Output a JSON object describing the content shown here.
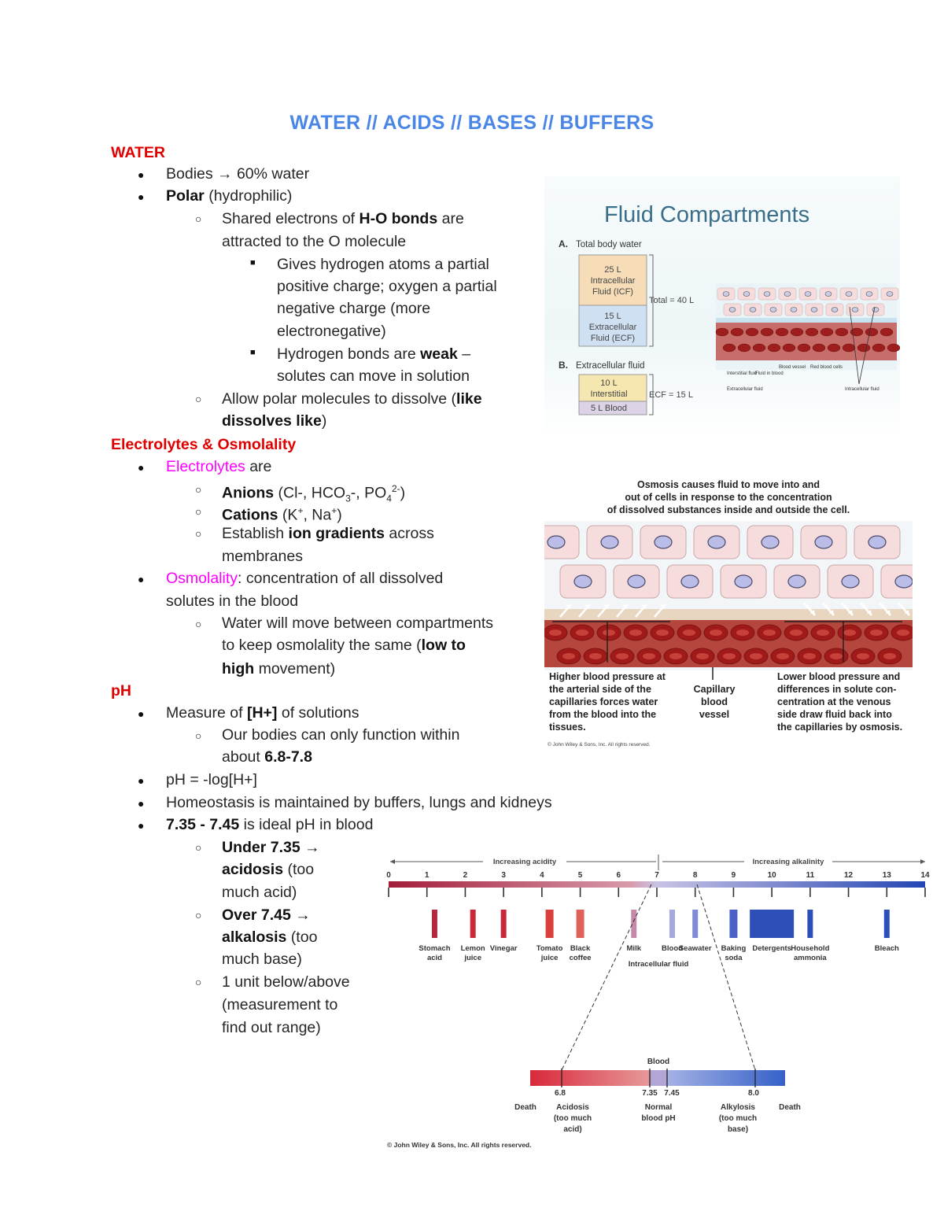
{
  "title": "WATER // ACIDS // BASES // BUFFERS",
  "water": {
    "heading": "WATER",
    "bodies": "Bodies → 60% water",
    "polar_b": "Polar",
    "polar_rest": " (hydrophilic)",
    "shared_1": "Shared electrons of ",
    "shared_b": "H-O bonds",
    "shared_2": " are",
    "shared_3": "attracted to the O molecule",
    "gives_1": "Gives hydrogen atoms a partial",
    "gives_2": "positive charge; oxygen a partial",
    "gives_3": "negative charge (more",
    "gives_4": "electronegative)",
    "hbond_1": "Hydrogen bonds are ",
    "hbond_b": "weak",
    "hbond_2": " –",
    "hbond_3": "solutes can move in solution",
    "allow_1": "Allow polar molecules to dissolve (",
    "allow_b1": "like",
    "allow_b2": "dissolves like",
    "allow_2": ")"
  },
  "electrolytes": {
    "heading": "Electrolytes & Osmolality",
    "elec_m": "Electrolytes",
    "elec_rest": " are",
    "anions_b": "Anions",
    "anions_rest_1": " (Cl-, HCO",
    "anions_sub1": "3",
    "anions_rest_2": "-, PO",
    "anions_sub2": "4",
    "anions_sup2": "2-",
    "anions_rest_3": ")",
    "cations_b": "Cations",
    "cations_1": " (K",
    "cations_sup1": "+",
    "cations_2": ", Na",
    "cations_sup2": "+",
    "cations_3": ")",
    "establish_1": "Establish ",
    "establish_b": "ion gradients",
    "establish_2": " across",
    "establish_3": "membranes",
    "osm_m": "Osmolality",
    "osm_rest": ": concentration of all dissolved",
    "osm_2": "solutes in the blood",
    "water_move_1": "Water will move between compartments",
    "water_move_2": "to keep osmolality the same (",
    "water_move_b1": "low to",
    "water_move_b2": "high",
    "water_move_3": " movement)"
  },
  "ph": {
    "heading": "pH",
    "measure_1": "Measure of ",
    "measure_b": "[H+]",
    "measure_2": " of solutions",
    "our_1": "Our bodies can only function within",
    "our_2": "about ",
    "our_b": "6.8-7.8",
    "ph_eq": "pH = -log[H+]",
    "homeo": "Homeostasis is maintained by buffers, lungs and kidneys",
    "ideal_b": "7.35 - 7.45",
    "ideal_rest": " is ideal pH in blood",
    "under_b": "Under 7.35 →",
    "under_b2": "acidosis",
    "under_rest": " (too",
    "under_3": "much acid)",
    "over_b": "Over 7.45 →",
    "over_b2": "alkalosis",
    "over_rest": " (too",
    "over_3": "much base)",
    "unit_1": "1 unit below/above",
    "unit_2": "(measurement to",
    "unit_3": "find out range)"
  },
  "fig_fluid": {
    "title": "Fluid Compartments",
    "a_label": "A.",
    "a_text": "Total body water",
    "icf_1": "25 L",
    "icf_2": "Intracellular",
    "icf_3": "Fluid (ICF)",
    "ecf_1": "15 L",
    "ecf_2": "Extracellular",
    "ecf_3": "Fluid (ECF)",
    "total": "Total = 40 L",
    "b_label": "B.",
    "b_text": "Extracellular fluid",
    "int_1": "10 L",
    "int_2": "Interstitial",
    "blood": "5 L Blood",
    "ecf_eq": "ECF = 15 L",
    "lbl_interstitial": "Interstitial fluid",
    "lbl_fluid_blood": "Fluid in blood",
    "lbl_blood_vessel": "Blood vessel",
    "lbl_red_cells": "Red blood cells",
    "lbl_ecf": "Extracellular fluid",
    "lbl_icf": "Intracellular fluid"
  },
  "fig_osmosis": {
    "caption_1": "Osmosis causes fluid to move into and",
    "caption_2": "out of cells in response to the concentration",
    "caption_3": "of dissolved substances inside and outside the cell.",
    "left_1": "Higher blood pressure at",
    "left_2": "the arterial side of the",
    "left_3": "capillaries forces water",
    "left_4": "from the blood into the",
    "left_5": "tissues.",
    "mid_1": "Capillary",
    "mid_2": "blood",
    "mid_3": "vessel",
    "right_1": "Lower blood pressure and",
    "right_2": "differences in solute con-",
    "right_3": "centration at the venous",
    "right_4": "side draw fluid back into",
    "right_5": "the capillaries by osmosis.",
    "copyright": "© John Wiley & Sons, Inc. All rights reserved."
  },
  "fig_ph": {
    "increasing_acidity": "Increasing acidity",
    "increasing_alkalinity": "Increasing alkalinity",
    "scale": [
      "0",
      "1",
      "2",
      "3",
      "4",
      "5",
      "6",
      "7",
      "8",
      "9",
      "10",
      "11",
      "12",
      "13",
      "14"
    ],
    "substances": [
      {
        "label": "Stomach acid",
        "ph": 1.2,
        "color": "#b3283f"
      },
      {
        "label": "Lemon juice",
        "ph": 2.2,
        "color": "#c8283a"
      },
      {
        "label": "Vinegar",
        "ph": 3.0,
        "color": "#c8283a"
      },
      {
        "label": "Tomato juice",
        "ph": 4.2,
        "color": "#d9403c"
      },
      {
        "label": "Black coffee",
        "ph": 5.0,
        "color": "#e0605a"
      },
      {
        "label": "Milk",
        "ph": 6.4,
        "color": "#c48aa8"
      },
      {
        "label": "Blood",
        "ph": 7.4,
        "color": "#a5a9e0"
      },
      {
        "label": "Seawater",
        "ph": 8.0,
        "color": "#7f8ad8"
      },
      {
        "label": "Baking soda",
        "ph": 9.0,
        "color": "#4a62c8"
      },
      {
        "label": "Detergents",
        "ph": 10.0,
        "color": "#2f4fb8"
      },
      {
        "label": "Household ammonia",
        "ph": 11.0,
        "color": "#2f4fb8"
      },
      {
        "label": "Bleach",
        "ph": 13.0,
        "color": "#2f4fb8"
      }
    ],
    "intracellular": "Intracellular fluid",
    "blood_title": "Blood",
    "v_68": "6.8",
    "v_735": "7.35",
    "v_745": "7.45",
    "v_80": "8.0",
    "death_left": "Death",
    "death_right": "Death",
    "acidosis_1": "Acidosis",
    "acidosis_2": "(too much",
    "acidosis_3": "acid)",
    "normal_1": "Normal",
    "normal_2": "blood pH",
    "alkylosis_1": "Alkylosis",
    "alkylosis_2": "(too much",
    "alkylosis_3": "base)",
    "copyright": "© John Wiley & Sons, Inc. All rights reserved."
  }
}
